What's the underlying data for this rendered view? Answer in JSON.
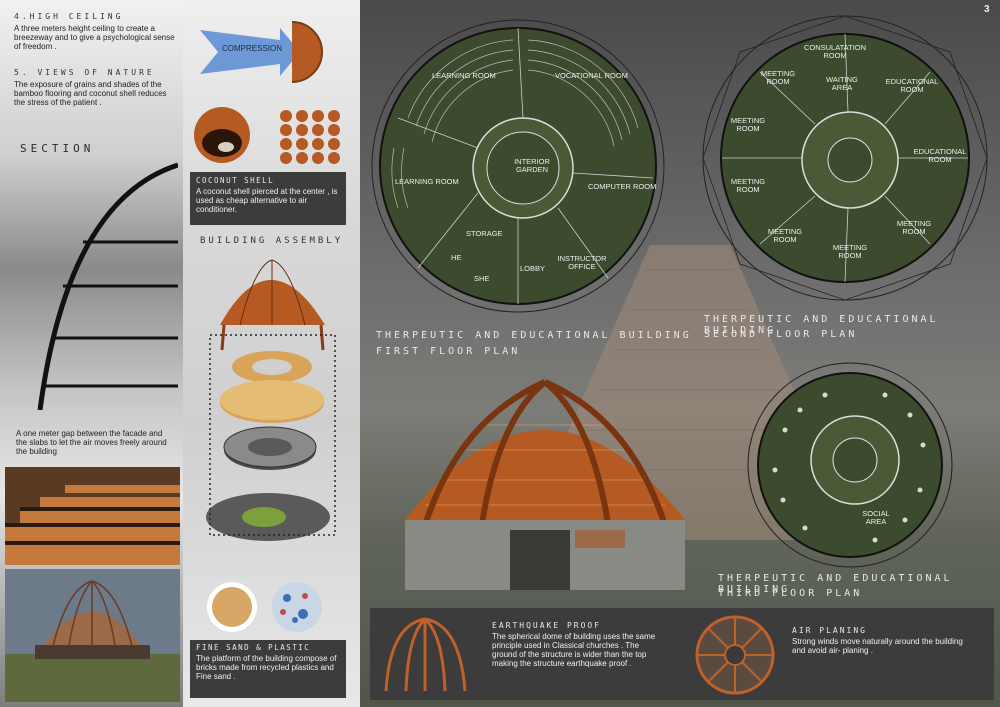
{
  "page_number": "3",
  "high_ceiling": {
    "heading": "4.HIGH CEILING",
    "text": "A three meters height ceiling to create a breezeway and to give a psychological sense of freedom ."
  },
  "views_of_nature": {
    "heading": "5. VIEWS OF NATURE",
    "text": "The exposure of grains and shades of the bamboo flooring and coconut shell reduces the stress of the patient ."
  },
  "section": {
    "heading": "SECTION",
    "gap_text": "A one meter gap between the facade and the slabs to let the air moves freely around the building"
  },
  "compression_label": "COMPRESSION",
  "coconut_shell": {
    "heading": "COCONUT SHELL",
    "text": "A coconut shell pierced at the center , is used as cheap alternative to air conditioner."
  },
  "building_assembly": "BUILDING ASSEMBLY",
  "fine_sand": {
    "heading": "FINE SAND & PLASTIC",
    "text": "The platform of the building compose of bricks made from recycled plastics and Fine sand ."
  },
  "first_floor": {
    "title_line1": "THERPEUTIC AND EDUCATIONAL BUILDING",
    "title_line2": "FIRST FLOOR PLAN",
    "rooms": {
      "learning_room_top": "LEARNING ROOM",
      "vocational_room": "VOCATIONAL ROOM",
      "interior_garden": "INTERIOR GARDEN",
      "learning_room_left": "LEARNING ROOM",
      "computer_room": "COMPUTER ROOM",
      "storage": "STORAGE",
      "he": "HE",
      "she": "SHE",
      "lobby": "LOBBY",
      "instructor_office": "INSTRUCTOR OFFICE"
    }
  },
  "second_floor": {
    "title_line1": "THERPEUTIC AND EDUCATIONAL BUILDING",
    "title_line2": "SECOND FLOOR PLAN",
    "rooms": {
      "consultation": "CONSULATATION ROOM",
      "meeting_1": "MEETING ROOM",
      "waiting": "WAITING AREA",
      "educational_1": "EDUCATIONAL ROOM",
      "meeting_2": "MEETING ROOM",
      "educational_2": "EDUCATIONAL ROOM",
      "meeting_3": "MEETING ROOM",
      "meeting_4": "MEETING ROOM",
      "meeting_5": "MEETING ROOM",
      "meeting_6": "MEETING ROOM"
    }
  },
  "third_floor": {
    "title_line1": "THERPEUTIC AND EDUCATIONAL BUILDING",
    "title_line2": "THIRD FLOOR PLAN",
    "social_area": "SOCIAL AREA"
  },
  "earthquake": {
    "heading": "EARTHQUAKE PROOF",
    "text": "The spherical dome of building uses the same principle used in Classical churches . The ground of the structure is wider than the top making the structure earthquake proof ."
  },
  "air_planing": {
    "heading": "AIR  PLANING",
    "text": "Strong winds move naturally around the building  and avoid  air- planing ."
  },
  "colors": {
    "wood": "#b55a22",
    "plan_green": "#3c4a2e",
    "dark_panel": "#3c3c3c",
    "arrow_blue": "#6d9ad6"
  }
}
